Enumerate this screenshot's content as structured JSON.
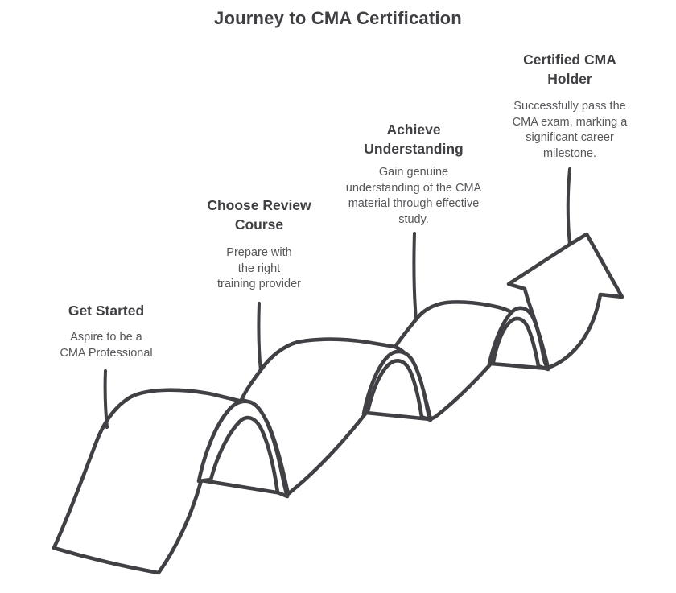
{
  "title": "Journey to CMA Certification",
  "colors": {
    "background": "#ffffff",
    "ribbon_stroke": "#404045",
    "heading_text": "#404044",
    "body_text": "#57575b"
  },
  "diagram": {
    "illustration": "hand-drawn-wavy-ribbon-ascending-arrow",
    "step_count": 4
  },
  "milestones": [
    {
      "title": [
        "Get Started"
      ],
      "description": [
        "Aspire to be a",
        "CMA Professional"
      ]
    },
    {
      "title": [
        "Choose Review",
        "Course"
      ],
      "description": [
        "Prepare with",
        "the right",
        "training provider"
      ]
    },
    {
      "title": [
        "Achieve",
        "Understanding"
      ],
      "description": [
        "Gain genuine",
        "understanding of the CMA",
        "material through effective",
        "study."
      ]
    },
    {
      "title": [
        "Certified CMA",
        "Holder"
      ],
      "description": [
        "Successfully pass the",
        "CMA exam, marking a",
        "significant career",
        "milestone."
      ]
    }
  ]
}
